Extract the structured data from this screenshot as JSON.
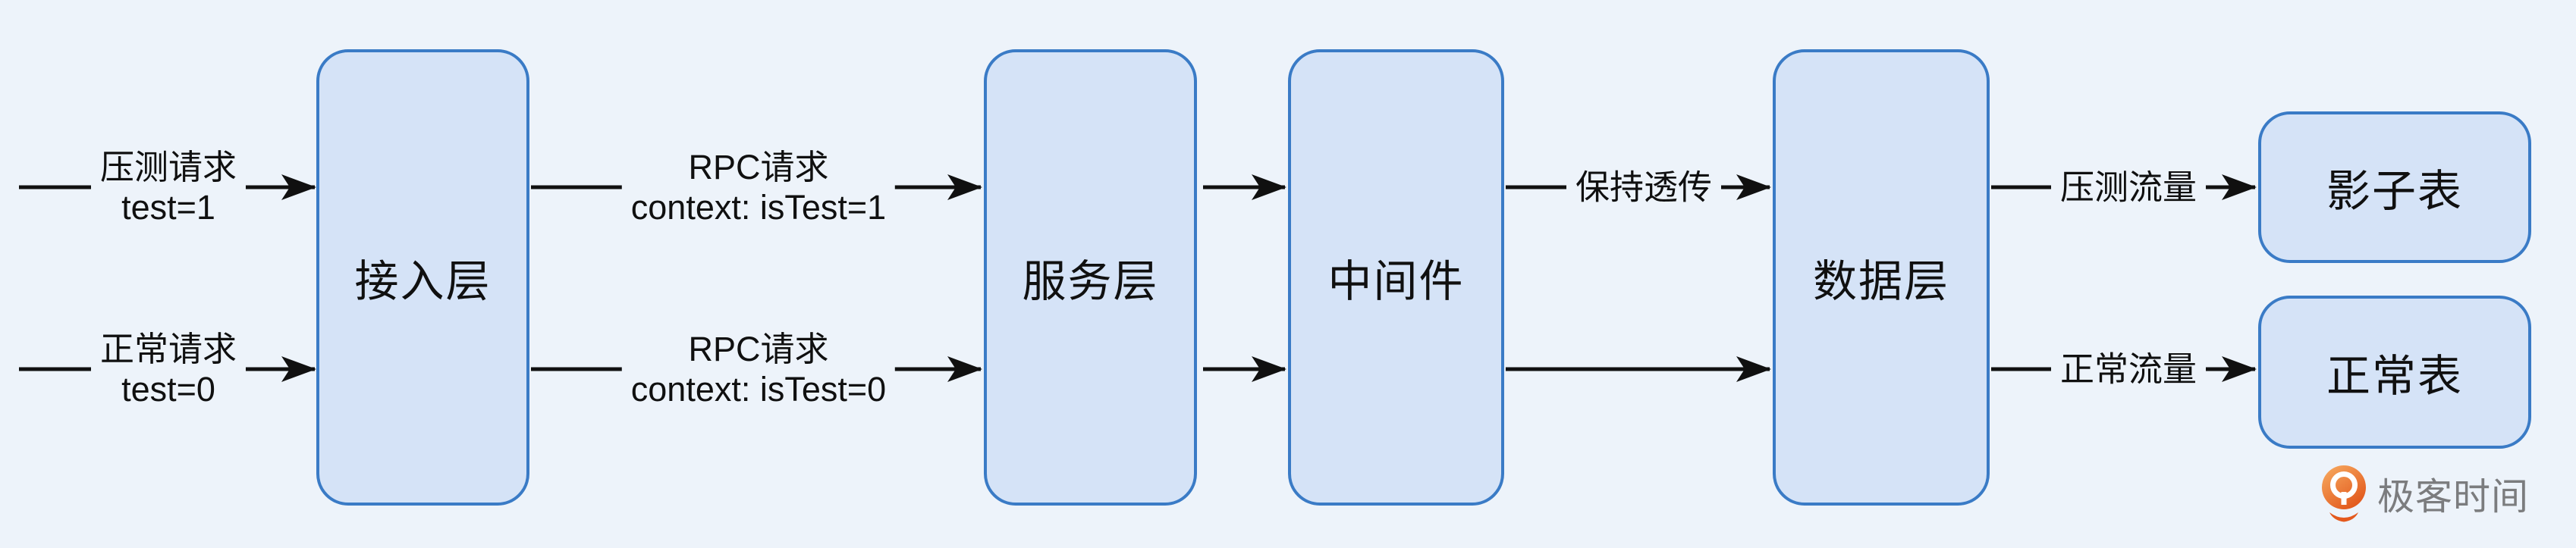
{
  "diagram": {
    "nodes": {
      "access": "接入层",
      "service": "服务层",
      "middleware": "中间件",
      "data": "数据层",
      "shadow_table": "影子表",
      "normal_table": "正常表"
    },
    "edges": {
      "stress_request": {
        "line1": "压测请求",
        "line2": "test=1"
      },
      "normal_request": {
        "line1": "正常请求",
        "line2": "test=0"
      },
      "rpc_stress": {
        "line1": "RPC请求",
        "line2": "context: isTest=1"
      },
      "rpc_normal": {
        "line1": "RPC请求",
        "line2": "context: isTest=0"
      },
      "passthrough": {
        "line1": "保持透传"
      },
      "stress_traffic": {
        "line1": "压测流量"
      },
      "normal_traffic": {
        "line1": "正常流量"
      }
    },
    "colors": {
      "background": "#edf3fa",
      "node_fill": "#d5e3f7",
      "node_border": "#3a7bc6",
      "line": "#101010",
      "logo_orange": "#ed6428",
      "logo_text_gray": "#7b7c7e"
    },
    "logo": {
      "text": "极客时间",
      "icon": "geektime-q-pin-icon"
    }
  }
}
